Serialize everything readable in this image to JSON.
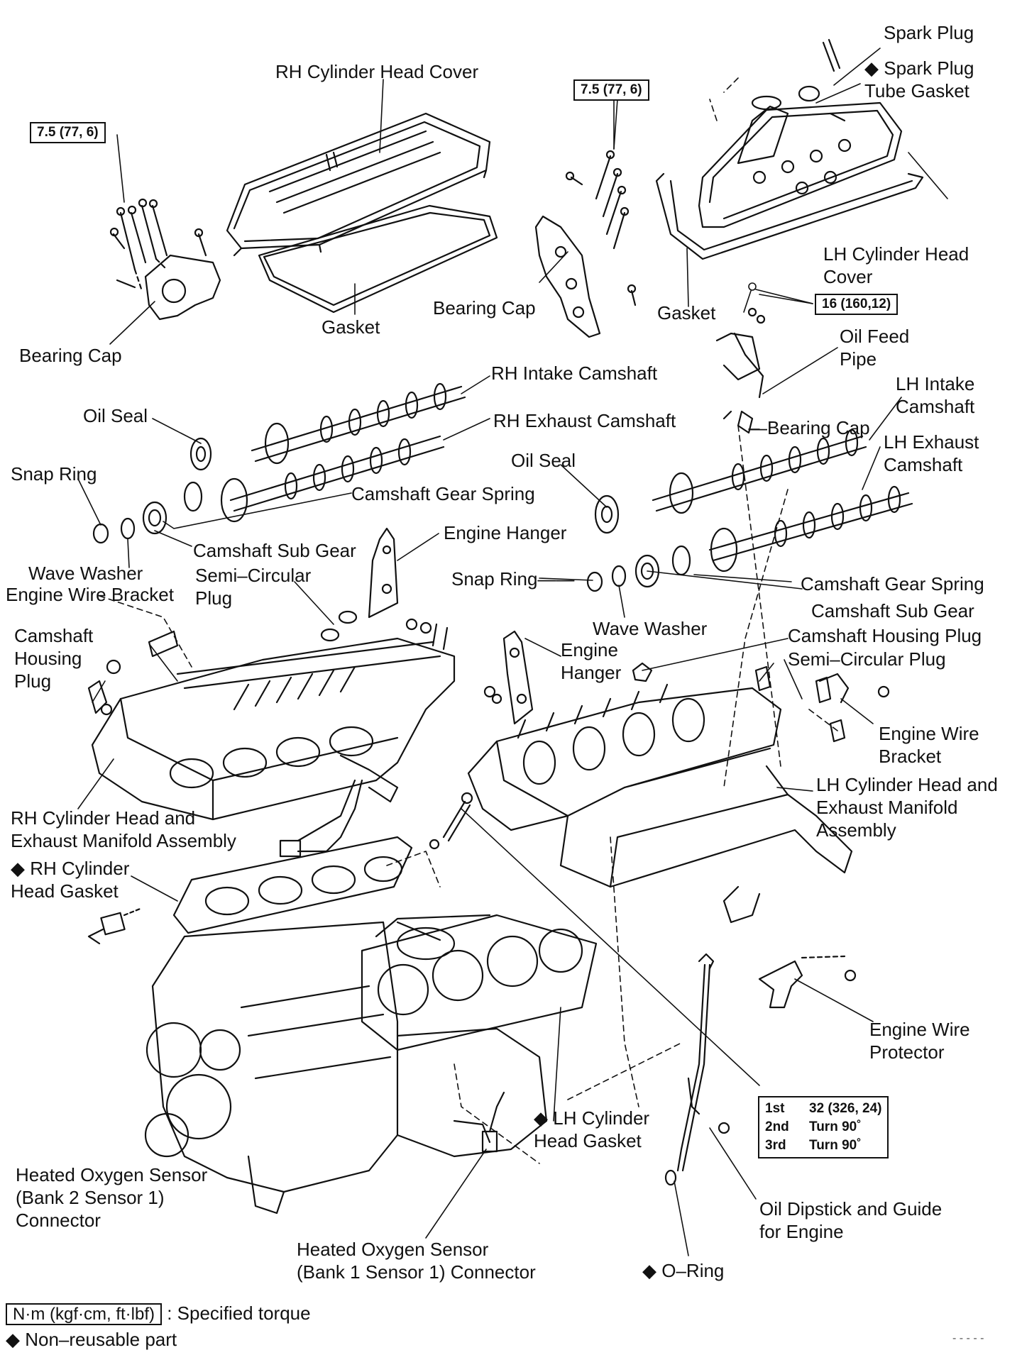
{
  "diamond": "◆",
  "labels": {
    "spark_plug": "Spark Plug",
    "spark_plug_tube_gasket": [
      "Spark Plug",
      "Tube Gasket"
    ],
    "rh_cylinder_head_cover": "RH Cylinder Head Cover",
    "lh_cylinder_head_cover": [
      "LH Cylinder Head",
      "Cover"
    ],
    "gasket_rh": "Gasket",
    "gasket_lh": "Gasket",
    "bearing_cap_left": "Bearing Cap",
    "bearing_cap_center": "Bearing Cap",
    "bearing_cap_right": "Bearing Cap",
    "oil_feed_pipe": [
      "Oil Feed",
      "Pipe"
    ],
    "rh_intake_camshaft": "RH Intake Camshaft",
    "rh_exhaust_camshaft": "RH Exhaust Camshaft",
    "lh_intake_camshaft": [
      "LH Intake",
      "Camshaft"
    ],
    "lh_exhaust_camshaft": [
      "LH Exhaust",
      "Camshaft"
    ],
    "oil_seal_left": "Oil Seal",
    "oil_seal_right": "Oil Seal",
    "snap_ring_left": "Snap Ring",
    "snap_ring_right": "Snap Ring",
    "camshaft_gear_spring_rh": "Camshaft Gear Spring",
    "camshaft_gear_spring_lh": "Camshaft Gear Spring",
    "camshaft_sub_gear_rh": "Camshaft Sub Gear",
    "camshaft_sub_gear_lh": "Camshaft Sub Gear",
    "semi_circular_plug_rh": [
      "Semi–Circular",
      "Plug"
    ],
    "semi_circular_plug_lh": "Semi–Circular Plug",
    "engine_hanger_top": "Engine Hanger",
    "engine_hanger_mid": [
      "Engine",
      "Hanger"
    ],
    "wave_washer_left": "Wave Washer",
    "wave_washer_right": "Wave Washer",
    "engine_wire_bracket_left": "Engine Wire Bracket",
    "engine_wire_bracket_right": [
      "Engine Wire",
      "Bracket"
    ],
    "camshaft_housing_plug_rh": [
      "Camshaft",
      "Housing",
      "Plug"
    ],
    "camshaft_housing_plug_lh": "Camshaft Housing Plug",
    "rh_head_assembly": [
      "RH Cylinder Head and",
      "Exhaust Manifold Assembly"
    ],
    "lh_head_assembly": [
      "LH Cylinder Head and",
      "Exhaust Manifold",
      "Assembly"
    ],
    "rh_cylinder_head_gasket": [
      "RH Cylinder",
      "Head Gasket"
    ],
    "lh_cylinder_head_gasket": [
      "LH Cylinder",
      "Head Gasket"
    ],
    "engine_wire_protector": [
      "Engine Wire",
      "Protector"
    ],
    "ho2s_bank2": [
      "Heated Oxygen Sensor",
      "(Bank 2 Sensor 1)",
      "Connector"
    ],
    "ho2s_bank1": [
      "Heated Oxygen Sensor",
      "(Bank 1 Sensor 1) Connector"
    ],
    "oil_dipstick": [
      "Oil Dipstick and Guide",
      "for Engine"
    ],
    "o_ring": "O–Ring"
  },
  "torque": {
    "left": "7.5 (77, 6)",
    "center": "7.5 (77, 6)",
    "oil_pipe": "16 (160,12)",
    "head_bolt": [
      {
        "step": "1st",
        "value": "32 (326, 24)"
      },
      {
        "step": "2nd",
        "value": "Turn 90˚"
      },
      {
        "step": "3rd",
        "value": "Turn 90˚"
      }
    ]
  },
  "legend": {
    "torque_unit": "N·m (kgf·cm, ft·lbf)",
    "torque_desc": ": Specified torque",
    "non_reusable": "Non–reusable part"
  },
  "footer": "- - - - -"
}
